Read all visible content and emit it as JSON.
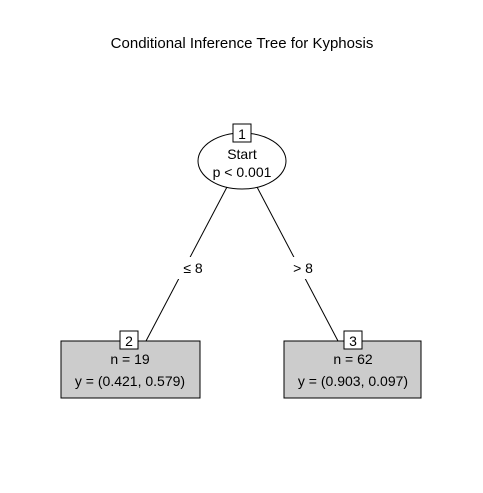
{
  "title": "Conditional Inference Tree for Kyphosis",
  "colors": {
    "background": "#ffffff",
    "terminal_fill": "#cccccc",
    "stroke": "#000000"
  },
  "tree": {
    "root": {
      "id": "1",
      "variable": "Start",
      "p_value": "p < 0.001"
    },
    "edges": [
      {
        "label": "≤ 8"
      },
      {
        "label": "> 8"
      }
    ],
    "terminals": [
      {
        "id": "2",
        "n": "n = 19",
        "y": "y = (0.421, 0.579)"
      },
      {
        "id": "3",
        "n": "n = 62",
        "y": "y = (0.903, 0.097)"
      }
    ]
  }
}
